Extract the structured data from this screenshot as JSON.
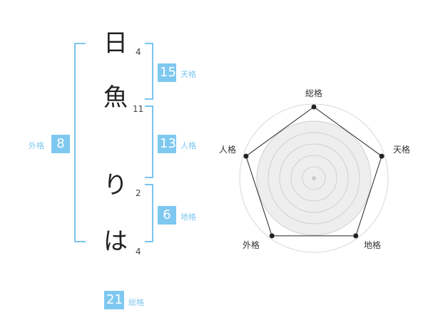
{
  "name_chars": [
    {
      "char": "日",
      "strokes": "4"
    },
    {
      "char": "魚",
      "strokes": "11"
    },
    {
      "char": "り",
      "strokes": "2"
    },
    {
      "char": "は",
      "strokes": "4"
    }
  ],
  "fortunes": {
    "tenkaku": {
      "value": "15",
      "label": "天格"
    },
    "jinkaku": {
      "value": "13",
      "label": "人格"
    },
    "chikaku": {
      "value": "6",
      "label": "地格"
    },
    "gaikaku": {
      "value": "8",
      "label": "外格"
    },
    "soukaku": {
      "value": "21",
      "label": "総格"
    }
  },
  "colors": {
    "accent": "#7ec8f0",
    "bracket": "#7cc4ee"
  },
  "chart_data": {
    "type": "radar",
    "axes": [
      "総格",
      "天格",
      "地格",
      "外格",
      "人格"
    ],
    "values": [
      5,
      5,
      5,
      5,
      5
    ],
    "max": 5,
    "rings": 5
  }
}
